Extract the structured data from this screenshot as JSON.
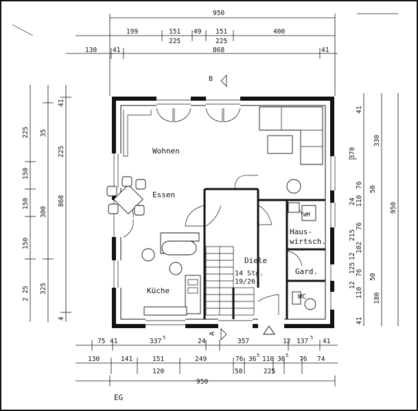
{
  "floor_label": "EG",
  "markers": {
    "section": "B",
    "section_bottom": "A"
  },
  "rooms": {
    "wohnen": "Wohnen",
    "essen": "Essen",
    "kueche": "Küche",
    "diele": "Diele",
    "stair_steps": "14 Stg.",
    "stair_ratio": "19/26",
    "haus_1": "Haus-",
    "haus_2": "wirtsch.",
    "gard": "Gard.",
    "wc": "WC",
    "wm": "WM"
  },
  "dims_top": {
    "overall": "950",
    "row1": [
      "199",
      "151",
      "49",
      "151",
      "400"
    ],
    "row1_sub": [
      "225",
      "225"
    ],
    "row2": [
      "130",
      "41",
      "868",
      "41"
    ]
  },
  "dims_bottom": {
    "row1": [
      "75",
      "41",
      "337",
      "5",
      "24",
      "357",
      "12",
      "137",
      "5",
      "41"
    ],
    "row2": [
      "130",
      "141",
      "151",
      "249",
      "76",
      "36",
      "5",
      "110",
      "36",
      "5",
      "76",
      "74"
    ],
    "row2_sub": [
      "120",
      "50",
      "225"
    ],
    "overall": "950"
  },
  "dims_left": {
    "outer": [
      "225",
      "150",
      "150",
      "150",
      "2 25"
    ],
    "middle": [
      "35",
      "300",
      "325"
    ],
    "inner": [
      "41",
      "225",
      "868",
      "4"
    ]
  },
  "dims_right": {
    "outer": [
      "330",
      "950"
    ],
    "middle": [
      "41",
      "370",
      "76",
      "110",
      "76",
      "102",
      "76",
      "110",
      "180",
      "41"
    ],
    "inner": [
      "50",
      "24",
      "215",
      "12",
      "125",
      "50",
      "12"
    ]
  }
}
